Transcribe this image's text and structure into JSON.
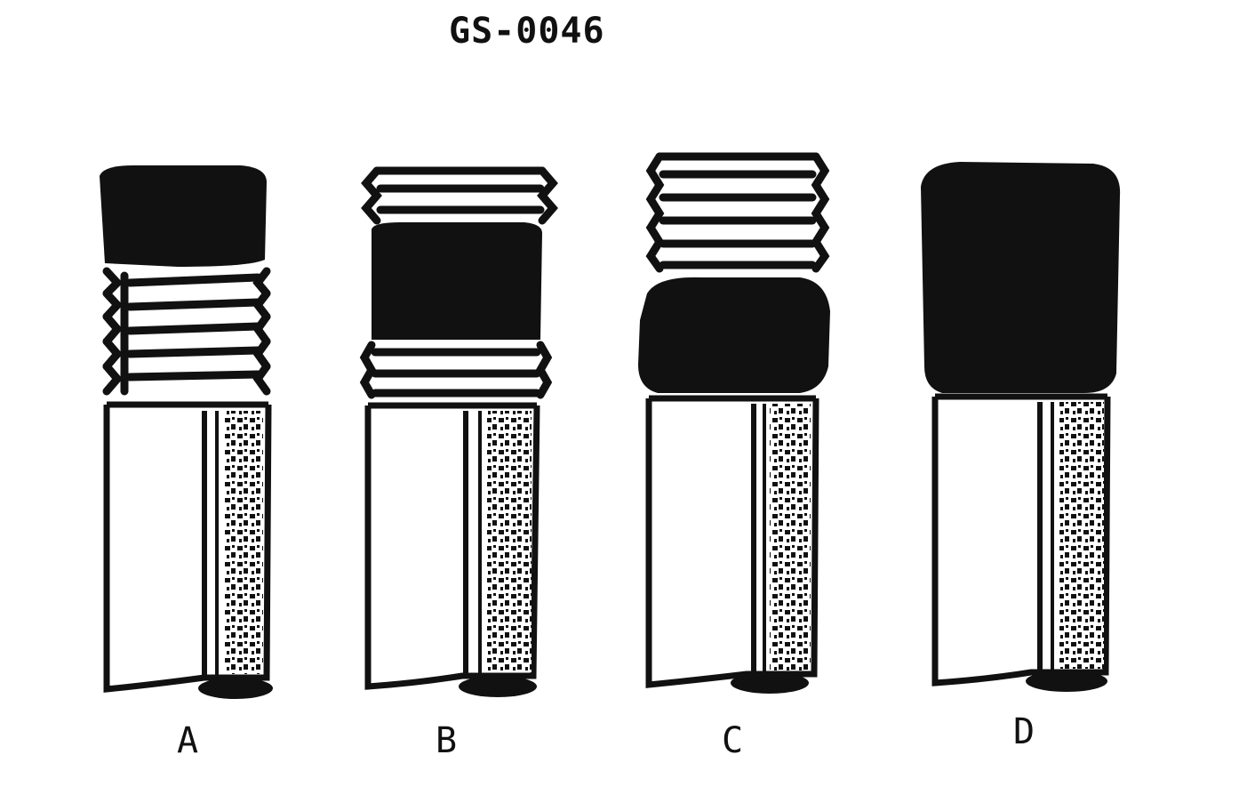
{
  "figure": {
    "title": "GS-0046"
  },
  "vials": [
    {
      "id": "A",
      "label": "A",
      "cap_style": "solid cap over threads"
    },
    {
      "id": "B",
      "label": "B",
      "cap_style": "threads above and below band"
    },
    {
      "id": "C",
      "label": "C",
      "cap_style": "threads above wide band"
    },
    {
      "id": "D",
      "label": "D",
      "cap_style": "full solid cap"
    }
  ],
  "colors": {
    "ink": "#111111",
    "paper": "#ffffff"
  }
}
